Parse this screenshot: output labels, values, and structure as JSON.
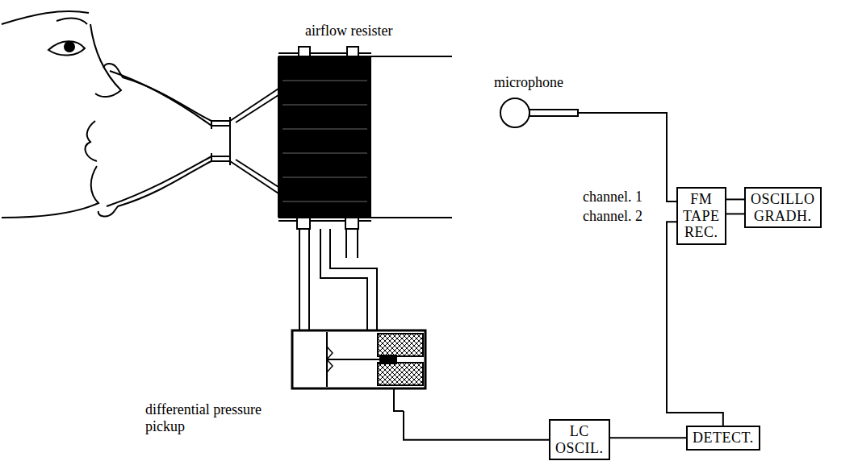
{
  "diagram": {
    "nodes": [
      {
        "text": [
          "microphone"
        ]
      },
      {
        "text": [
          "FM TAPE REC."
        ]
      },
      {
        "text": [
          "OSCILLO GRADH."
        ]
      },
      {
        "text": [
          "LC OSCIL."
        ]
      },
      {
        "text": [
          "DETECT."
        ]
      }
    ],
    "edges": [
      {
        "from": 0,
        "to": 1,
        "arrow": "none"
      },
      {
        "from": 1,
        "to": 2,
        "arrow": "none"
      },
      {
        "from": 1,
        "to": 2,
        "arrow": "none"
      },
      {
        "from": 3,
        "to": 4,
        "arrow": "none"
      },
      {
        "from": 4,
        "to": 1,
        "arrow": "none"
      }
    ],
    "labels": [
      "airflow resister",
      "differential pressure pickup",
      "channel. 1",
      "channel. 2"
    ]
  }
}
